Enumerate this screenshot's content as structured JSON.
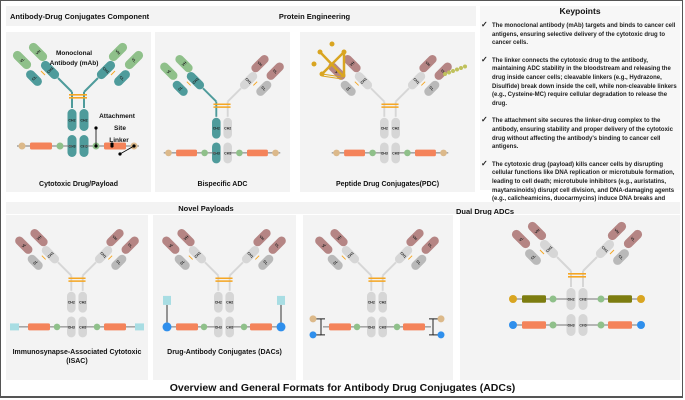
{
  "colors": {
    "teal": "#4e9b9b",
    "green": "#8fc08a",
    "gray": "#d6d6d6",
    "darkgray": "#b9b9b9",
    "mauve": "#b58584",
    "orange_linker": "#f4835a",
    "tan": "#dcb98a",
    "disulfide": "#f5a623",
    "olive": "#7d7d10",
    "gold": "#d9a521",
    "blue": "#2f8fec",
    "lightblue": "#a8dde3"
  },
  "sections": {
    "components": "Antibody-Drug Conjugates Component",
    "protein_engineering": "Protein Engineering",
    "keypoints": "Keypoints",
    "novel_payloads": "Novel Payloads",
    "dual_drug": "Dual Drug ADCs"
  },
  "domain_labels": {
    "vh": "VH",
    "vl": "VL",
    "ch1": "CH1",
    "cl": "CL",
    "ch2": "CH2",
    "ch3": "CH3"
  },
  "panels": {
    "adc": {
      "caption": "Cytotoxic Drug/Payload",
      "labels": {
        "mab": "Monoclonal Antibody (mAb)",
        "attachment": "Attachment Site",
        "linker": "Linker"
      }
    },
    "bispecific": {
      "caption": "Bispecific ADC"
    },
    "pdc": {
      "caption": "Peptide Drug Conjugates(PDC)"
    },
    "isac": {
      "caption": "Immunosynapse-Associated Cytotoxic (ISAC)"
    },
    "dac": {
      "caption": "Drug-Antibody Conjugates (DACs)"
    },
    "dual_payload": {
      "caption": ""
    },
    "dual_drug": {
      "caption": ""
    }
  },
  "keypoints": [
    "The monoclonal antibody (mAb) targets and binds to cancer cell antigens, ensuring selective delivery of the cytotoxic drug to cancer cells.",
    "The linker connects the cytotoxic drug to the antibody, maintaining ADC stability in the bloodstream and releasing the drug inside cancer cells; cleavable linkers (e.g., Hydrazone, Disulfide) break down inside the cell, while non-cleavable linkers (e.g., Cysteine-MC) require cellular degradation to release the drug.",
    "The attachment site secures the linker-drug complex to the antibody, ensuring stability and proper delivery of the cytotoxic drug without affecting the antibody's binding to cancer cell antigens.",
    "The cytotoxic drug (payload) kills cancer cells by disrupting cellular functions like DNA replication or microtubule formation, leading to cell death; microtubule inhibitors (e.g., auristatins, maytansinoids) disrupt cell division, and DNA-damaging agents (e.g., calicheamicins, duocarmycins) induce DNA breaks and apoptosis."
  ],
  "keypoint_icon": "check-icon",
  "footer_title": "Overview and General Formats for Antibody Drug Conjugates (ADCs)"
}
